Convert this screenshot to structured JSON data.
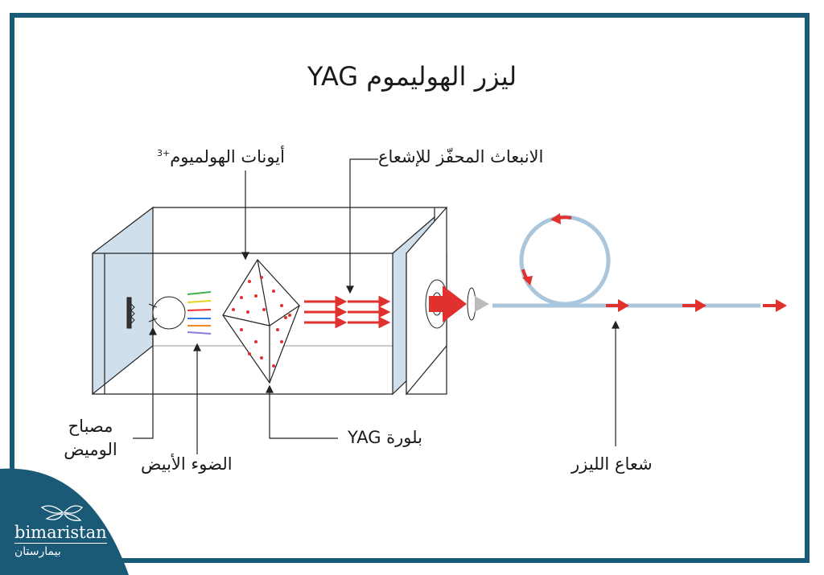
{
  "title": "ليزر الهوليموم YAG",
  "labels": {
    "stimulated_emission": "الانبعاث المحفّز للإشعاع",
    "holmium_ions": "أيونات الهولميوم",
    "holmium_charge": "3+",
    "flash_lamp_line1": "مصباح",
    "flash_lamp_line2": "الوميض",
    "white_light": "الضوء الأبيض",
    "yag_crystal": "بلورة YAG",
    "laser_beam": "شعاع الليزر"
  },
  "logo": {
    "name_en": "bimaristan",
    "name_ar": "بيمارستان"
  },
  "colors": {
    "frame": "#1b5a77",
    "arrow": "#e0312f",
    "fiber": "#a9c6dc",
    "glass": "#cfe0ec"
  }
}
